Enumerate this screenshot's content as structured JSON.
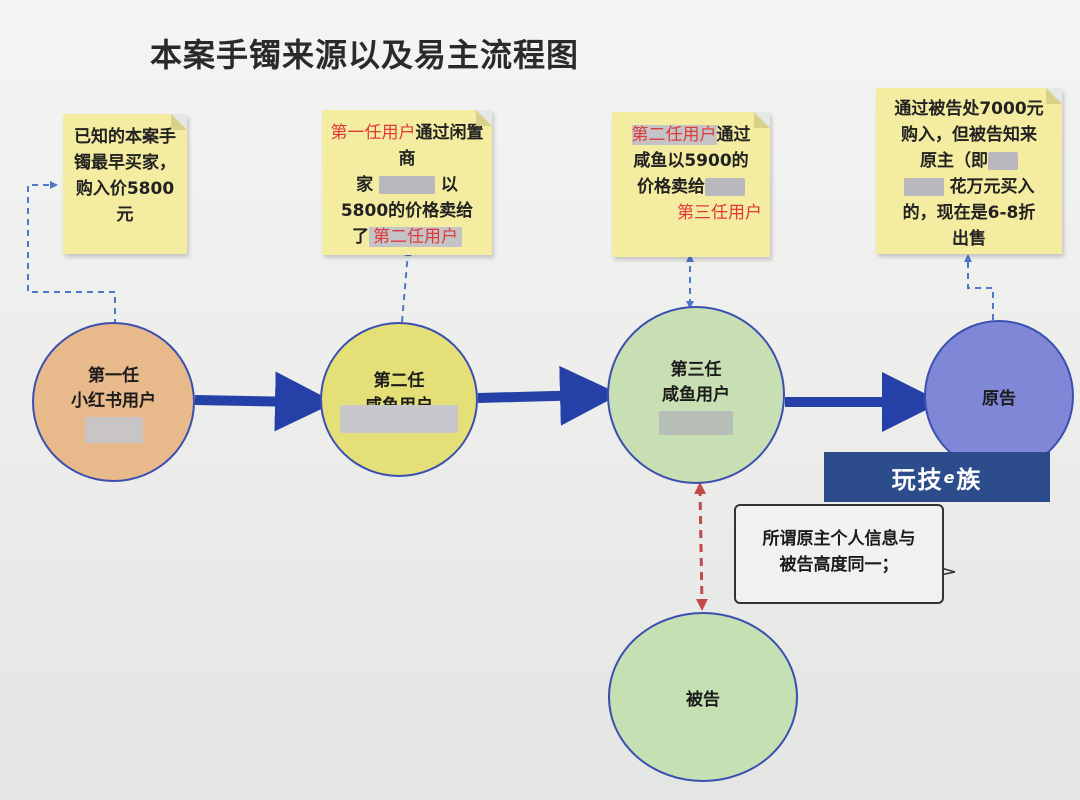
{
  "title": "本案手镯来源以及易主流程图",
  "notes": {
    "note1": "已知的本案手镯最早买家，购入价5800元",
    "note2_prefix": "第一任用户",
    "note2_body_a": "通过闲置商",
    "note2_body_b": "家",
    "note2_body_c": "以",
    "note2_body_d": "5800的价格卖给",
    "note2_body_e": "了",
    "note2_suffix": "第二任用户",
    "note3_prefix": "第二任用户",
    "note3_body_a": "通过",
    "note3_body_b": "咸鱼以5900的",
    "note3_body_c": "价格卖给",
    "note3_suffix": "第三任用户",
    "note4_a": "通过被告处7000元",
    "note4_b": "购入，但被告知来",
    "note4_c": "原主（即",
    "note4_d": "花万元买入",
    "note4_e": "的，现在是6-8折",
    "note4_f": "出售"
  },
  "nodes": {
    "n1_line1": "第一任",
    "n1_line2": "小红书用户",
    "n2_line1": "第二任",
    "n2_line2": "咸鱼用户",
    "n3_line1": "第三任",
    "n3_line2": "咸鱼用户",
    "n4": "原告",
    "n5": "被告"
  },
  "callout": {
    "line1": "所谓原主个人信息与",
    "line2": "被告高度同一；"
  },
  "watermark": {
    "a": "玩技",
    "e": "e",
    "b": "族"
  },
  "colors": {
    "node1": "#e8b98a",
    "node2": "#e5df78",
    "node3": "#c8dfb4",
    "node4": "#7f87d6",
    "node5": "#c5e0b3",
    "arrow": "#2541a8",
    "dash_blue": "#4b78c8",
    "dash_red": "#c24a4a"
  }
}
